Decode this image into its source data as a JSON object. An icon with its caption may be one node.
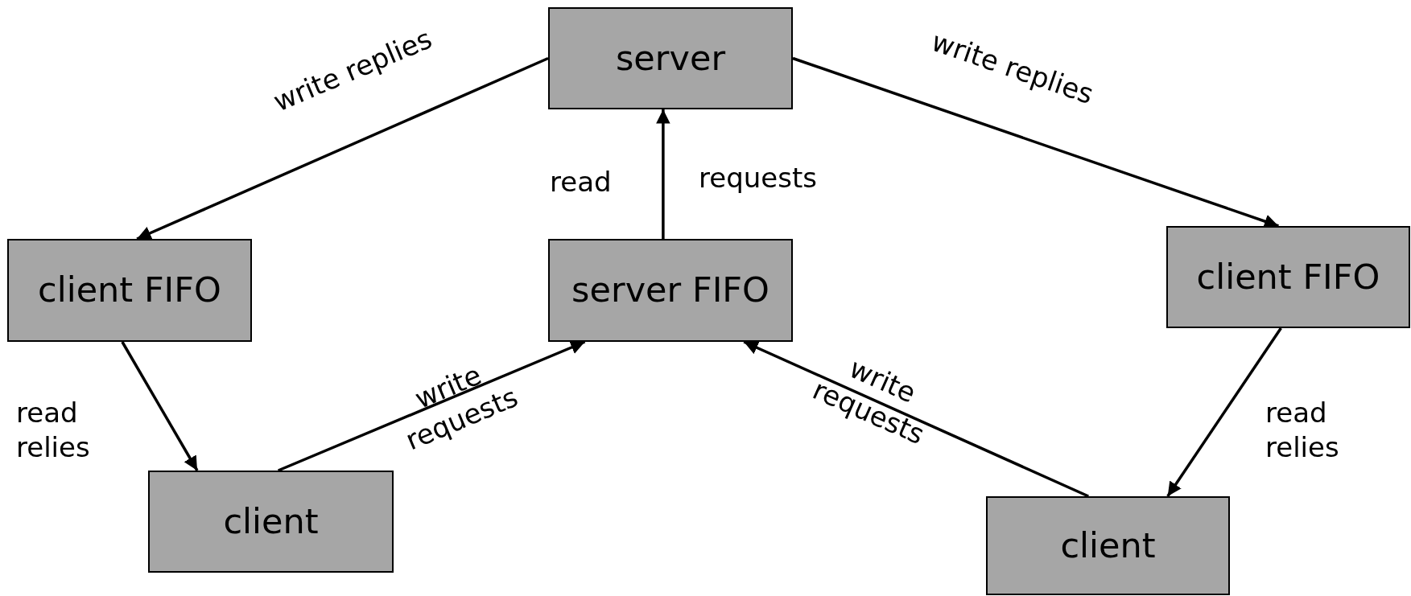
{
  "diagram": {
    "nodes": [
      {
        "text": [
          "server"
        ]
      },
      {
        "text": [
          "client FIFO"
        ]
      },
      {
        "text": [
          "server FIFO"
        ]
      },
      {
        "text": [
          "client FIFO"
        ]
      },
      {
        "text": [
          "client"
        ]
      },
      {
        "text": [
          "client"
        ]
      }
    ],
    "edges": [
      {
        "from": 0,
        "to": 1,
        "arrow": "to",
        "label": "write replies"
      },
      {
        "from": 0,
        "to": 3,
        "arrow": "to",
        "label": "write replies"
      },
      {
        "from": 2,
        "to": 0,
        "arrow": "to"
      },
      {
        "from": 1,
        "to": 4,
        "arrow": "to"
      },
      {
        "from": 4,
        "to": 2,
        "arrow": "to",
        "label": "write requests"
      },
      {
        "from": 5,
        "to": 2,
        "arrow": "to",
        "label": "write requests"
      },
      {
        "from": 3,
        "to": 5,
        "arrow": "to"
      }
    ],
    "labels": [
      "read",
      "requests",
      "read relies",
      "read relies"
    ]
  }
}
